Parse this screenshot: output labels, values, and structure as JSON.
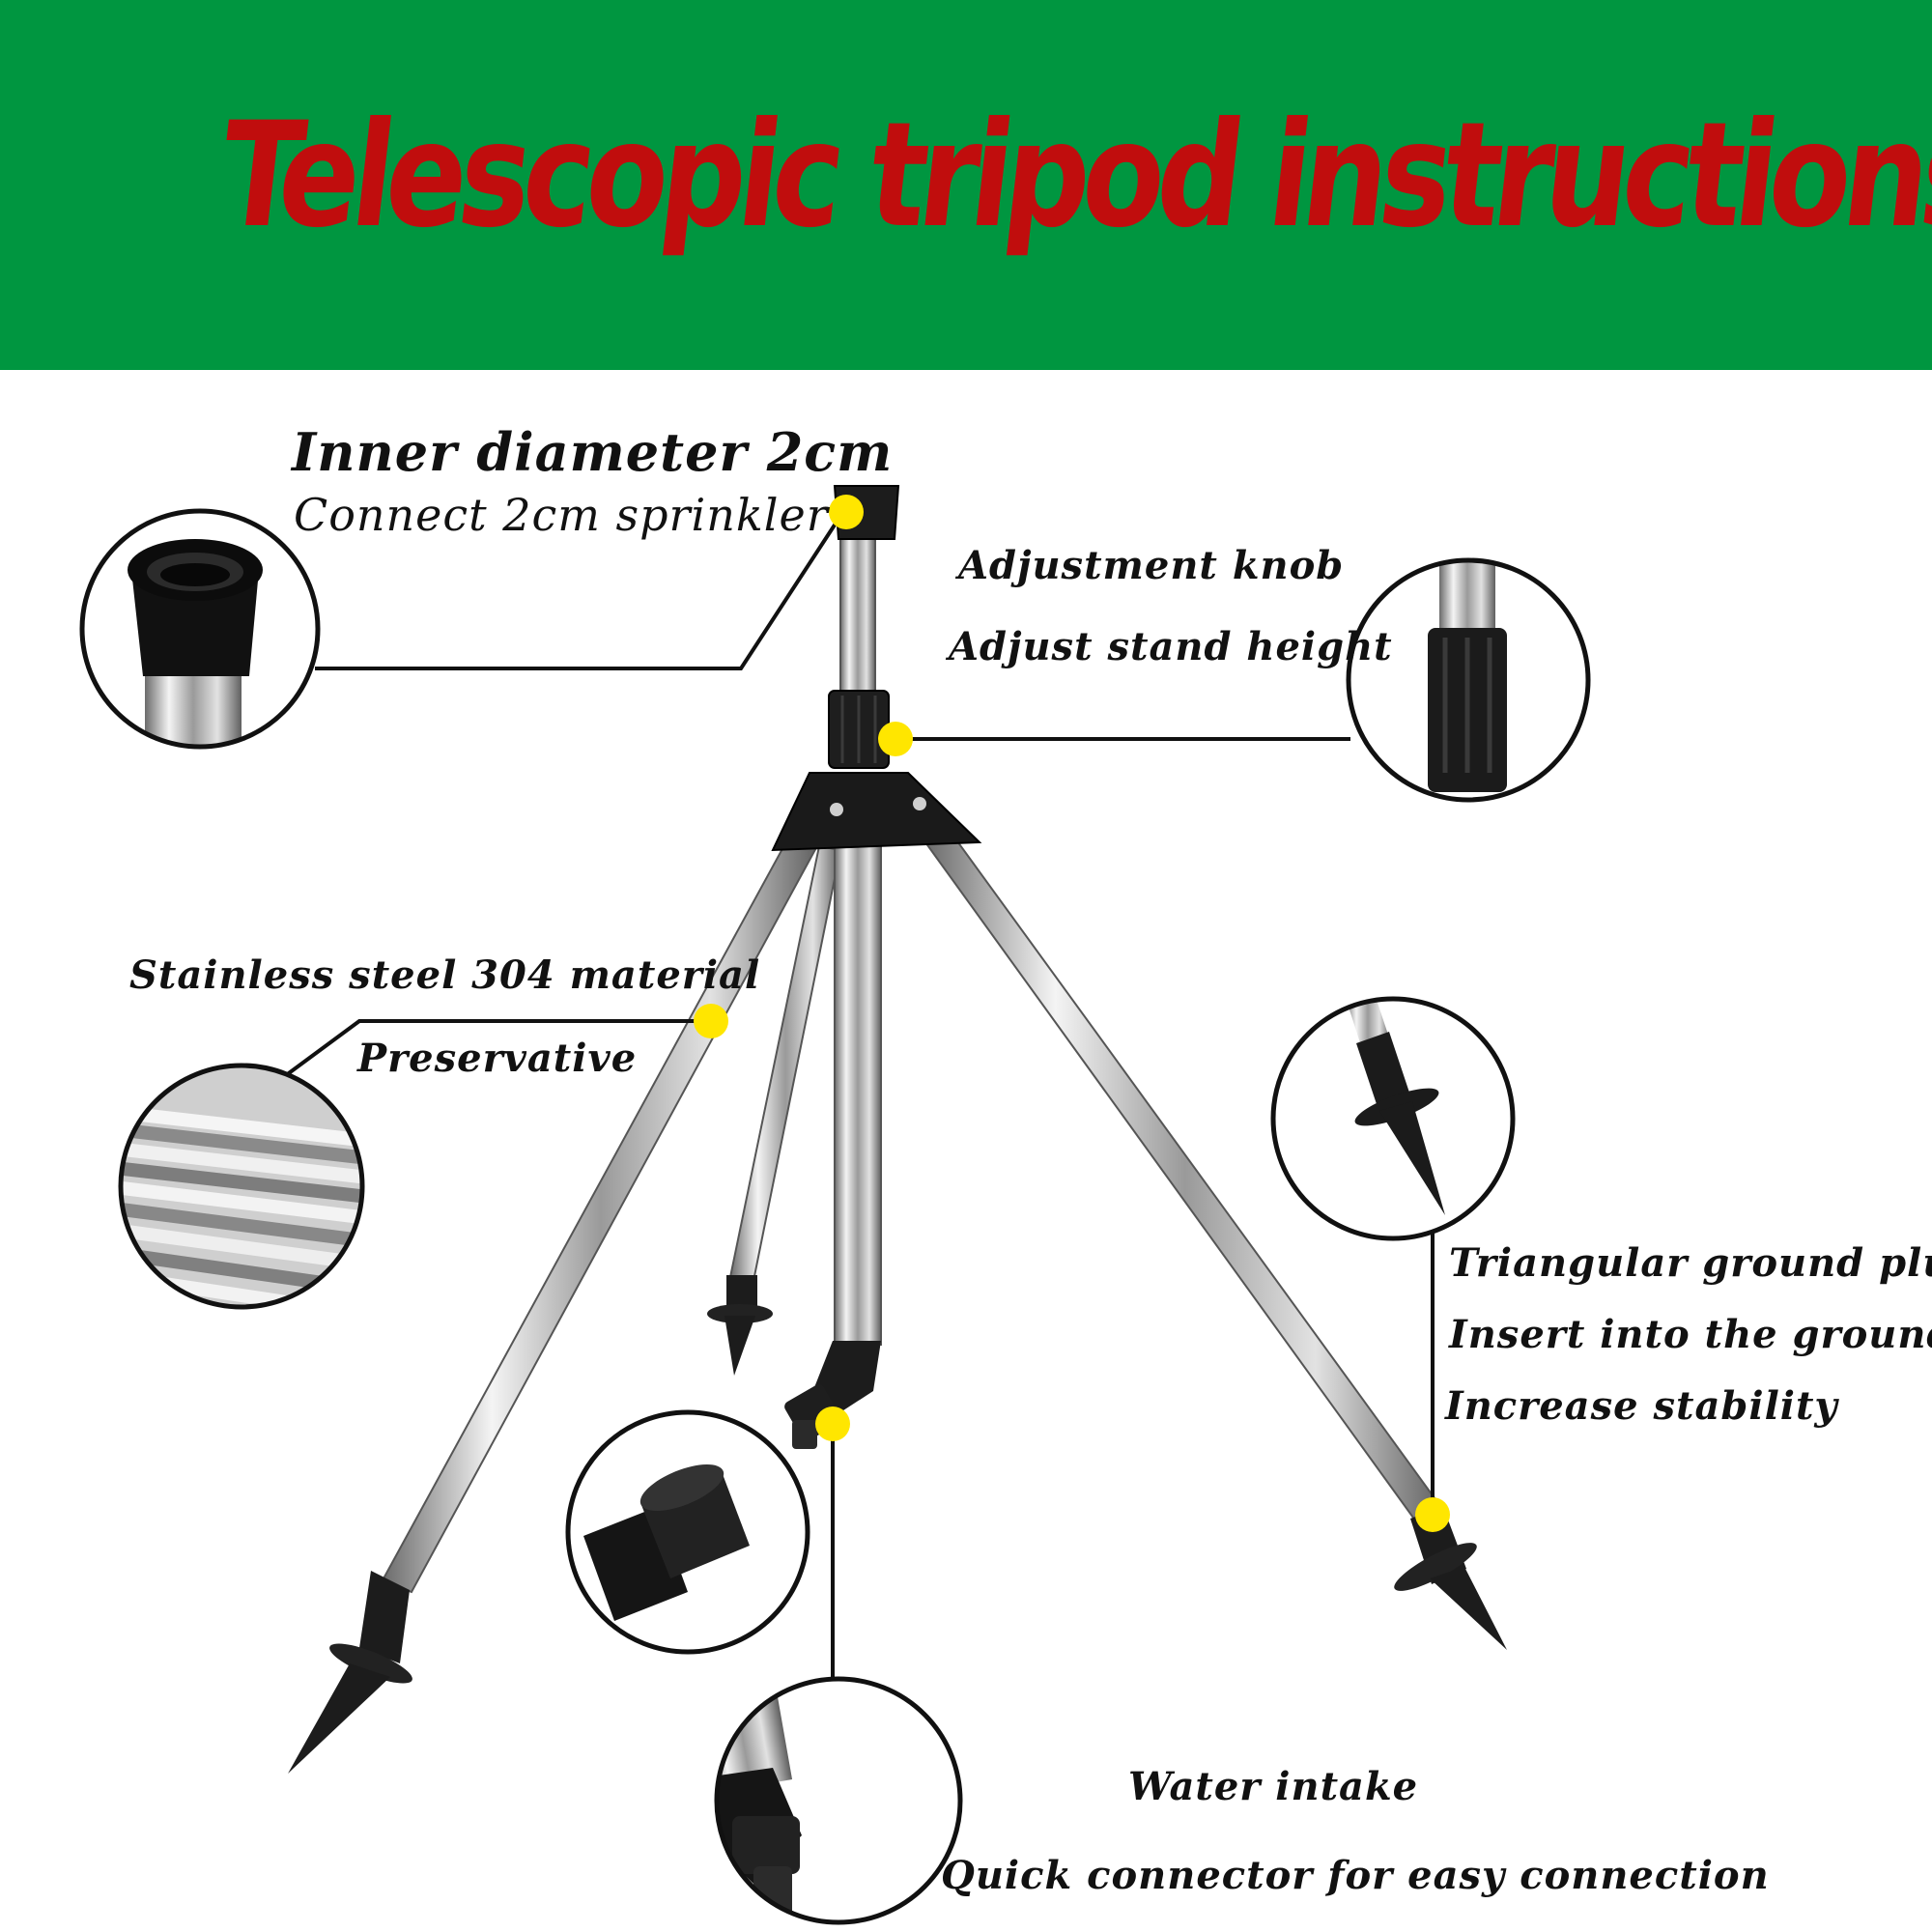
{
  "title": "Telescopic tripod instructions",
  "callouts": {
    "top_connector": {
      "line1": "Inner diameter 2cm",
      "line2": "Connect 2cm sprinkler"
    },
    "adjustment_knob": {
      "line1": "Adjustment knob",
      "line2": "Adjust stand height"
    },
    "stainless_leg": {
      "line1": "Stainless steel 304 material",
      "line2": "Preservative"
    },
    "ground_plug": {
      "line1": "Triangular ground plug",
      "line2": "Insert into the ground",
      "line3": "Increase stability"
    },
    "water_intake": {
      "line1": "Water intake",
      "line2": "Quick connector for easy connection"
    }
  },
  "colors": {
    "banner": "#009640",
    "title": "#c00d0d",
    "marker": "#ffe600",
    "text": "#111111"
  }
}
